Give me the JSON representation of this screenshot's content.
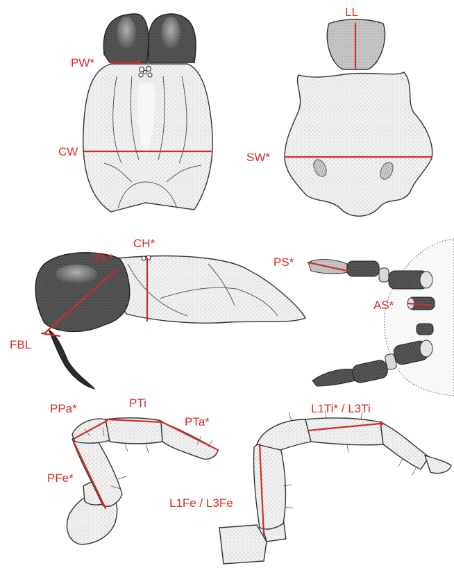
{
  "labels": {
    "ll": "LL",
    "pw": "PW*",
    "cw": "CW",
    "sw": "SW*",
    "ch": "CH*",
    "pl": "PL*",
    "fbl": "FBL",
    "ps": "PS*",
    "as": "AS*",
    "ppa": "PPa*",
    "pti": "PTi",
    "pta": "PTa*",
    "pfe": "PFe*",
    "l1ti": "L1Ti* / L3Ti",
    "l1fe": "L1Fe / L3Fe"
  },
  "colors": {
    "measure": "#d42a2a",
    "ink": "#333333",
    "paper": "#ffffff"
  }
}
